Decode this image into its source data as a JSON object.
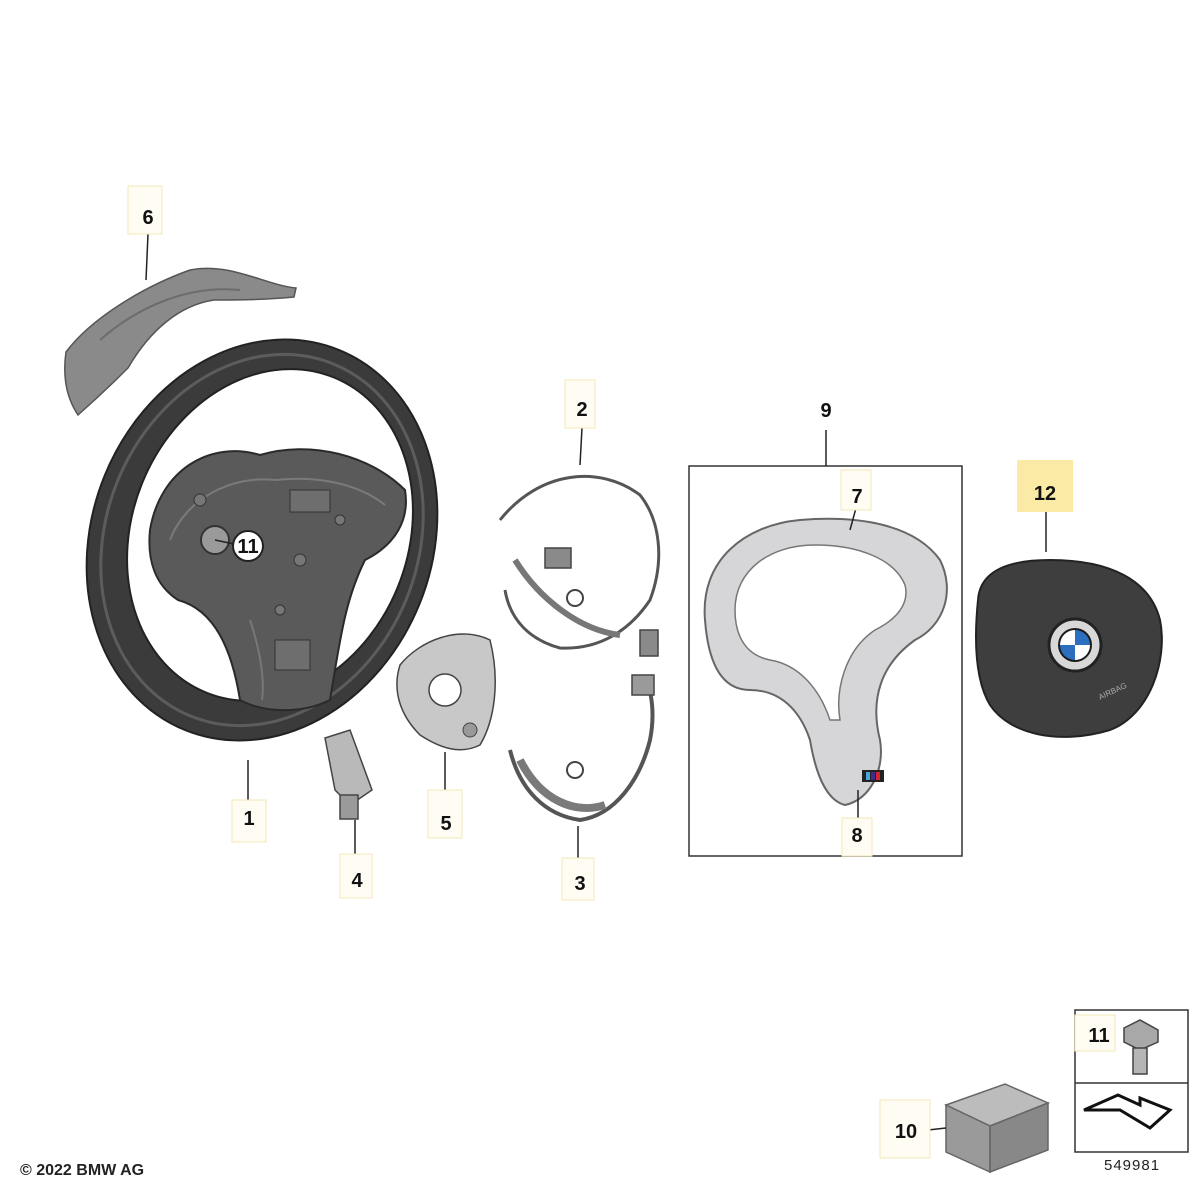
{
  "callouts": {
    "c1": "1",
    "c2": "2",
    "c3": "3",
    "c4": "4",
    "c5": "5",
    "c6": "6",
    "c7": "7",
    "c8": "8",
    "c9": "9",
    "c10": "10",
    "c11_hub": "11",
    "c11_inset": "11",
    "c12": "12"
  },
  "airbag_text": "AIRBAG",
  "copyright": "© 2022 BMW AG",
  "diagram_ref": "549981",
  "colors": {
    "highlight": "#fbeaa5",
    "leather": "#3d3d3d",
    "frame": "#5a5a5a",
    "trim": "#d4d4d6"
  }
}
